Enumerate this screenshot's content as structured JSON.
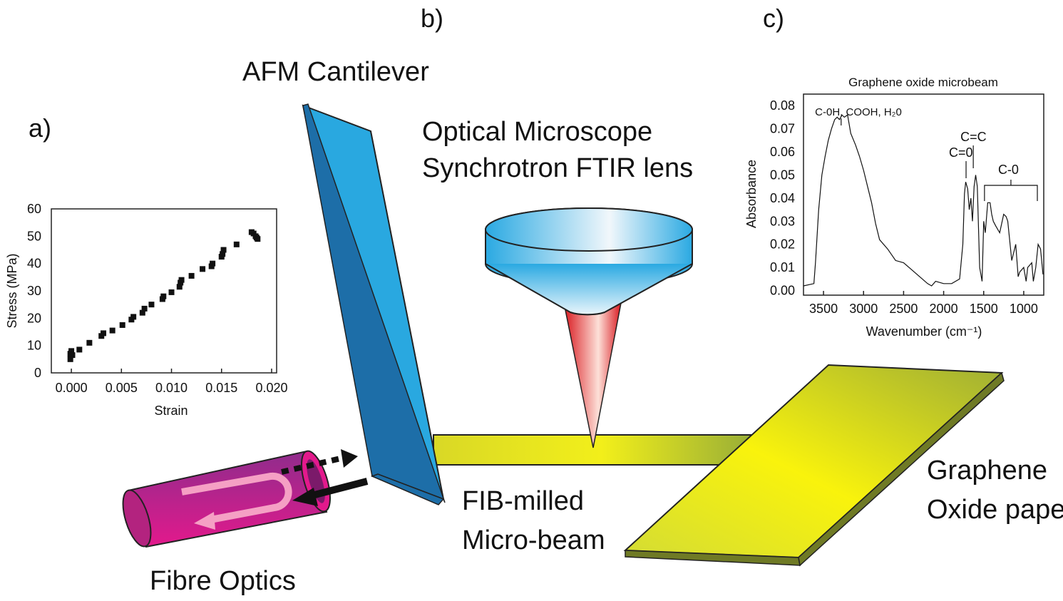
{
  "panels": {
    "a": "a)",
    "b": "b)",
    "c": "c)"
  },
  "labels": {
    "afm": "AFM Cantilever",
    "optical_line1": "Optical Microscope",
    "optical_line2": "Synchrotron FTIR lens",
    "fib_line1": "FIB-milled",
    "fib_line2": "Micro-beam",
    "go_line1": "Graphene",
    "go_line2": "Oxide paper",
    "fibre": "Fibre Optics"
  },
  "colors": {
    "cantilever": "#29a8e0",
    "beam": "#e8e62a",
    "paper": "#e5e31c",
    "fibre": "#c0208a",
    "laser": "#e02020",
    "lens": "#2aa9e2"
  },
  "chart_data": [
    {
      "type": "scatter",
      "title": "",
      "xlabel": "Strain",
      "ylabel": "Stress (MPa)",
      "xlim": [
        -0.002,
        0.0205
      ],
      "ylim": [
        0,
        60
      ],
      "xticks": [
        "0.000",
        "0.005",
        "0.010",
        "0.015",
        "0.020"
      ],
      "yticks": [
        "0",
        "10",
        "20",
        "30",
        "40",
        "50",
        "60"
      ],
      "points": [
        [
          -0.0001,
          5
        ],
        [
          -0.0001,
          7
        ],
        [
          0.0,
          8
        ],
        [
          0.0001,
          6.5
        ],
        [
          0.0008,
          8.5
        ],
        [
          0.0018,
          11
        ],
        [
          0.003,
          13.5
        ],
        [
          0.0032,
          14.5
        ],
        [
          0.0041,
          15.5
        ],
        [
          0.0051,
          17.5
        ],
        [
          0.006,
          19.5
        ],
        [
          0.0062,
          20.5
        ],
        [
          0.0071,
          22
        ],
        [
          0.0073,
          23.5
        ],
        [
          0.008,
          25
        ],
        [
          0.0091,
          27
        ],
        [
          0.0092,
          28
        ],
        [
          0.01,
          29.5
        ],
        [
          0.0108,
          31.5
        ],
        [
          0.0109,
          33
        ],
        [
          0.011,
          34
        ],
        [
          0.012,
          35.5
        ],
        [
          0.0131,
          38
        ],
        [
          0.014,
          39
        ],
        [
          0.0141,
          40
        ],
        [
          0.015,
          42.5
        ],
        [
          0.0151,
          43.5
        ],
        [
          0.0152,
          45
        ],
        [
          0.0165,
          47
        ],
        [
          0.018,
          51.5
        ],
        [
          0.0182,
          51
        ],
        [
          0.0184,
          50
        ],
        [
          0.0185,
          49.5
        ],
        [
          0.0186,
          49
        ]
      ],
      "grid": false
    },
    {
      "type": "line",
      "title": "Graphene oxide microbeam",
      "xlabel": "Wavenumber (cm⁻¹)",
      "ylabel": "Absorbance",
      "xlim": [
        3750,
        750
      ],
      "ylim": [
        -0.002,
        0.085
      ],
      "xticks": [
        "3500",
        "3000",
        "2500",
        "2000",
        "1500",
        "1000"
      ],
      "yticks": [
        "0.00",
        "0.01",
        "0.02",
        "0.03",
        "0.04",
        "0.05",
        "0.06",
        "0.07",
        "0.08"
      ],
      "x": [
        3750,
        3620,
        3600,
        3560,
        3520,
        3480,
        3440,
        3400,
        3360,
        3330,
        3300,
        3270,
        3240,
        3200,
        3160,
        3100,
        3050,
        3000,
        2950,
        2900,
        2850,
        2800,
        2700,
        2600,
        2500,
        2400,
        2300,
        2200,
        2150,
        2100,
        2000,
        1900,
        1800,
        1760,
        1740,
        1725,
        1700,
        1680,
        1660,
        1640,
        1620,
        1600,
        1580,
        1550,
        1520,
        1500,
        1480,
        1450,
        1420,
        1400,
        1380,
        1350,
        1300,
        1250,
        1220,
        1200,
        1150,
        1100,
        1070,
        1050,
        1000,
        970,
        950,
        900,
        880,
        850,
        820,
        790,
        760
      ],
      "y": [
        0.002,
        0.003,
        0.012,
        0.035,
        0.05,
        0.058,
        0.065,
        0.07,
        0.074,
        0.075,
        0.074,
        0.076,
        0.075,
        0.076,
        0.068,
        0.063,
        0.058,
        0.052,
        0.045,
        0.038,
        0.029,
        0.022,
        0.018,
        0.013,
        0.012,
        0.009,
        0.006,
        0.003,
        0.002,
        0.004,
        0.003,
        0.003,
        0.005,
        0.02,
        0.042,
        0.047,
        0.044,
        0.035,
        0.04,
        0.03,
        0.045,
        0.05,
        0.045,
        0.01,
        0.004,
        0.03,
        0.025,
        0.038,
        0.038,
        0.033,
        0.03,
        0.028,
        0.025,
        0.033,
        0.032,
        0.03,
        0.013,
        0.02,
        0.006,
        0.008,
        0.01,
        0.004,
        0.01,
        0.012,
        0.004,
        0.01,
        0.02,
        0.018,
        0.007
      ],
      "annotations": [
        {
          "text": "C-0H, COOH, H₂0",
          "x": 3250
        },
        {
          "text": "C=0",
          "x": 1720
        },
        {
          "text": "C=C",
          "x": 1630
        },
        {
          "text": "C-0",
          "x": 1160
        }
      ],
      "grid": false
    }
  ]
}
